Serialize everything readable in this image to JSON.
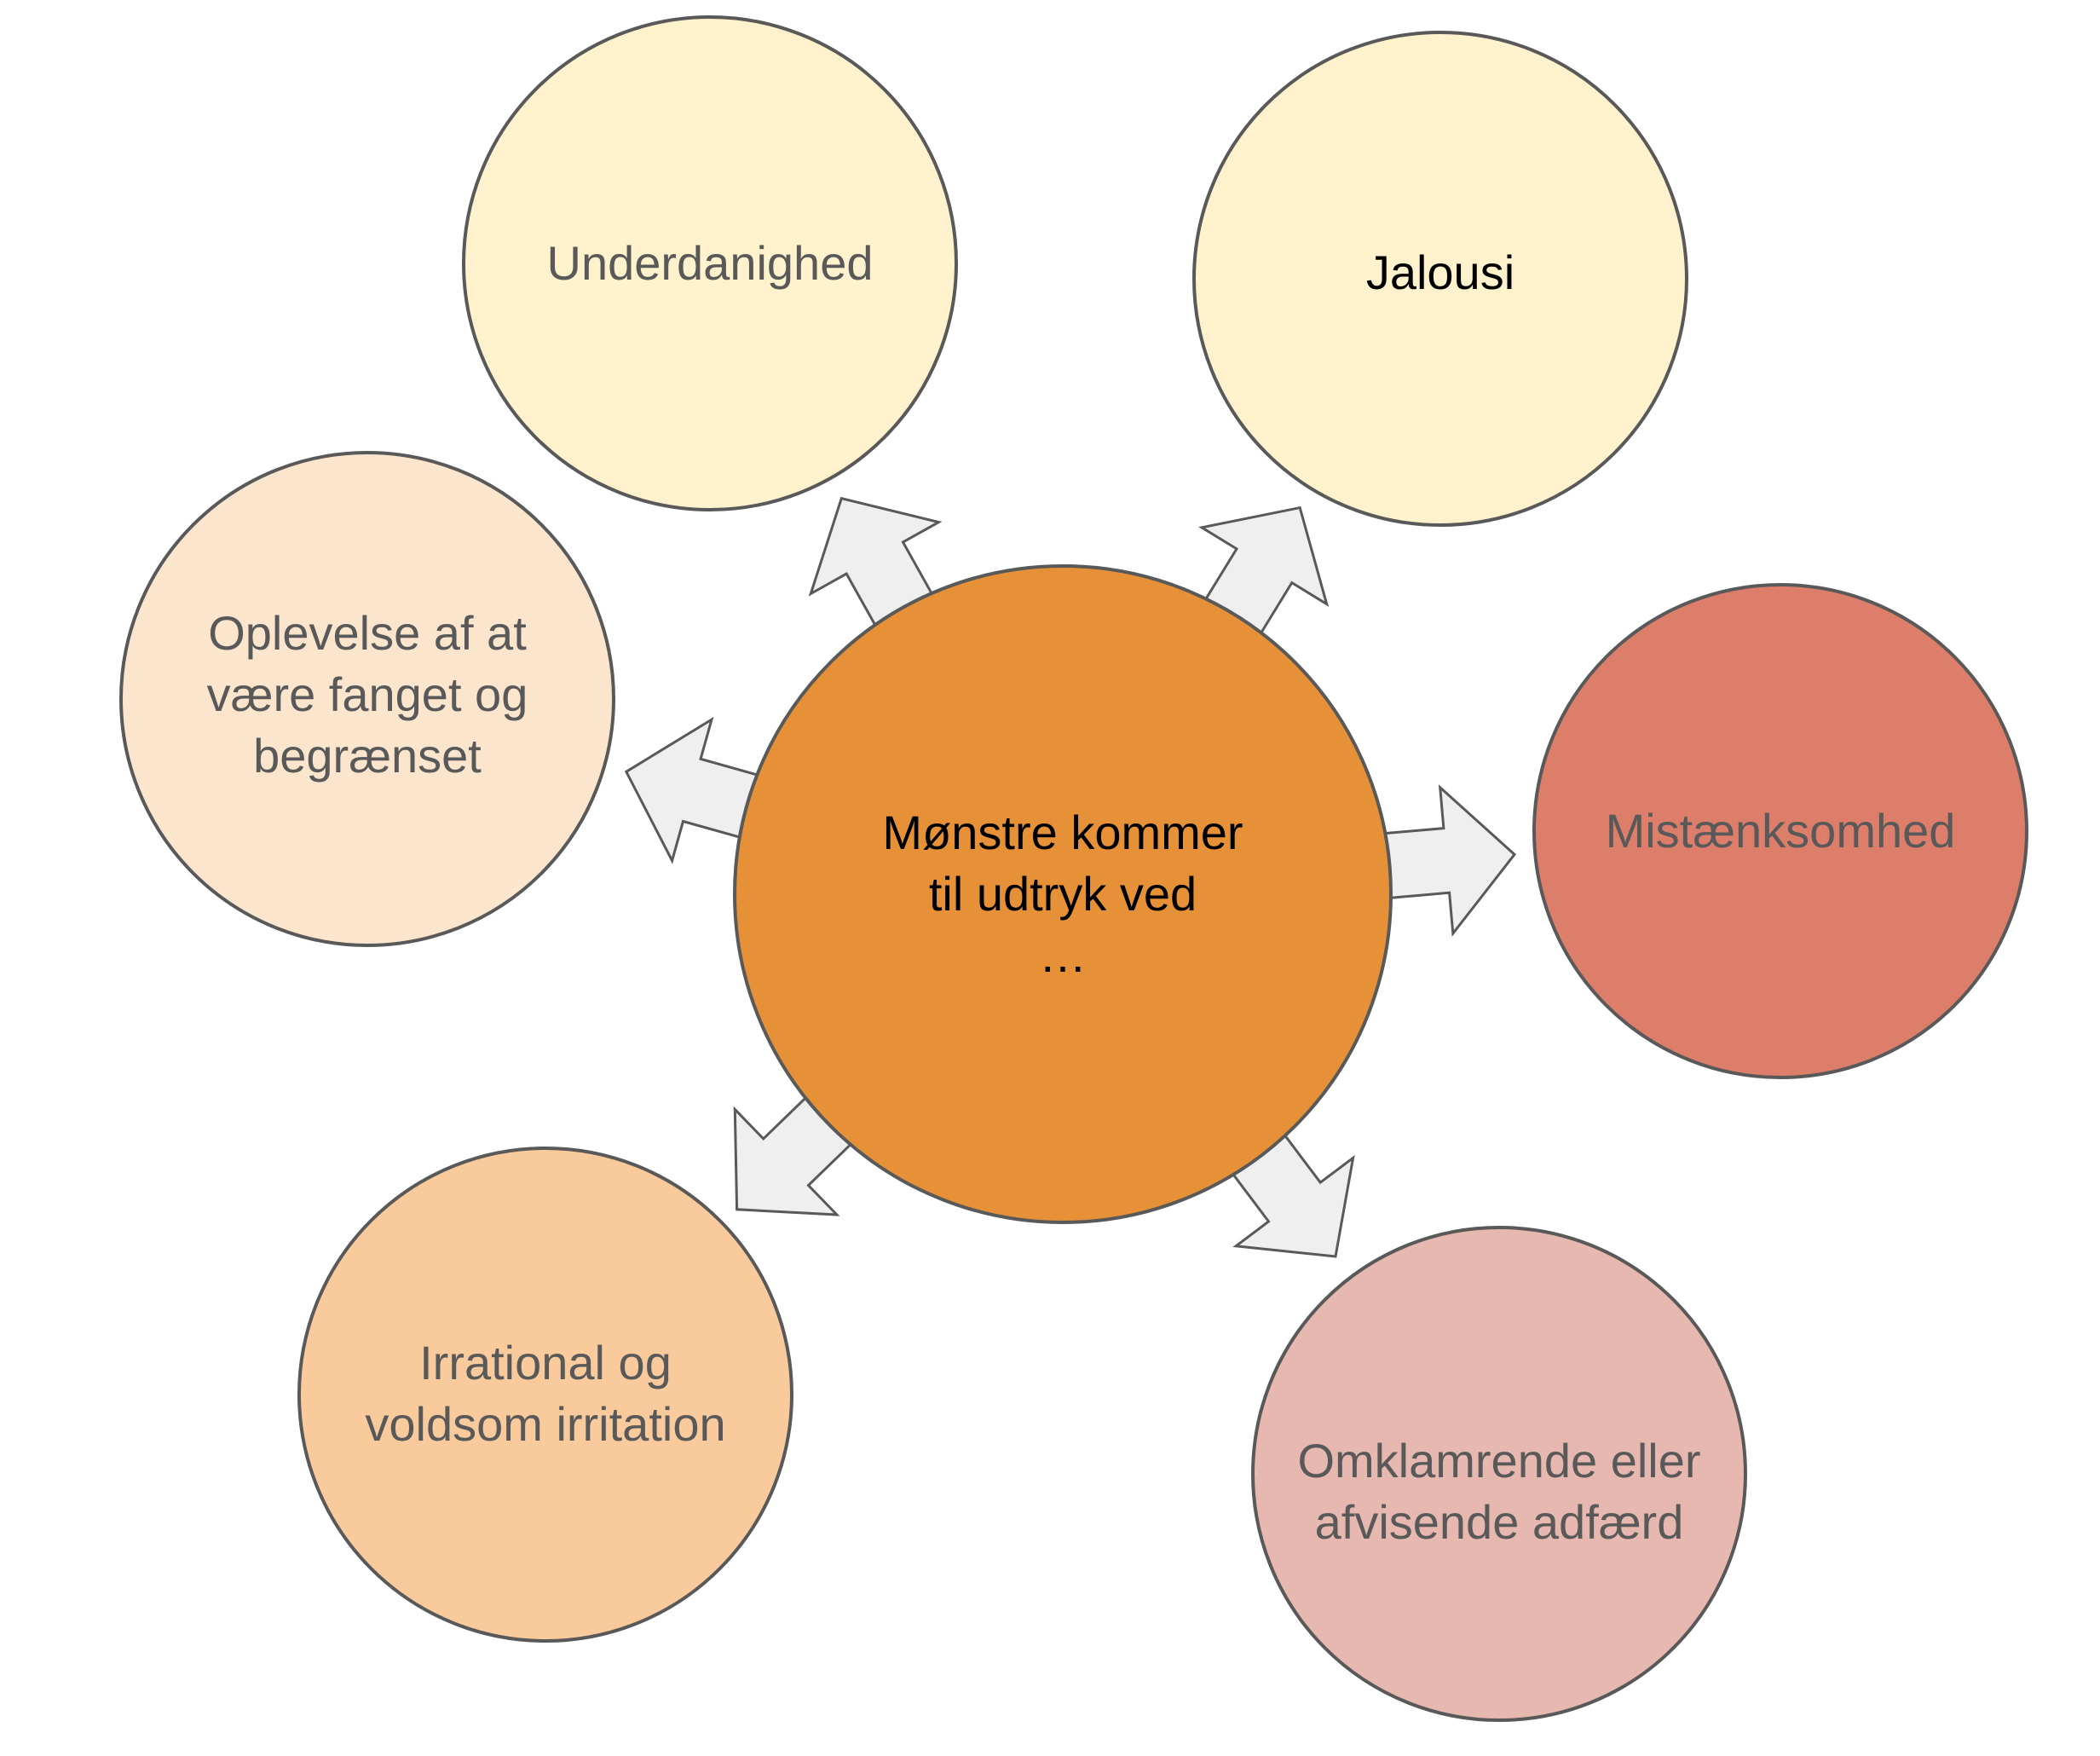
{
  "center": {
    "text": "Mønstre kommer\ntil udtryk ved\n…",
    "fill": "#e69138"
  },
  "nodes": [
    {
      "id": "underdanighed",
      "text": "Underdanighed",
      "fill": "#fff2cc",
      "text_color": "#595959"
    },
    {
      "id": "jalousi",
      "text": "Jalousi",
      "fill": "#fff2cc",
      "text_color": "#000000"
    },
    {
      "id": "mistaenksomhed",
      "text": "Mistænksomhed",
      "fill": "#dd7e6b",
      "text_color": "#595959"
    },
    {
      "id": "omklamrende",
      "text": "Omklamrende eller\nafvisende adfærd",
      "fill": "#e6b8af",
      "text_color": "#595959"
    },
    {
      "id": "irrational",
      "text": "Irrational og\nvoldsom irritation",
      "fill": "#f9cb9c",
      "text_color": "#595959"
    },
    {
      "id": "oplevelse",
      "text": "Oplevelse af at\nvære fanget og\nbegrænset",
      "fill": "#fce5cd",
      "text_color": "#595959"
    }
  ],
  "colors": {
    "outline": "#595959",
    "arrow_fill": "#efefef"
  }
}
